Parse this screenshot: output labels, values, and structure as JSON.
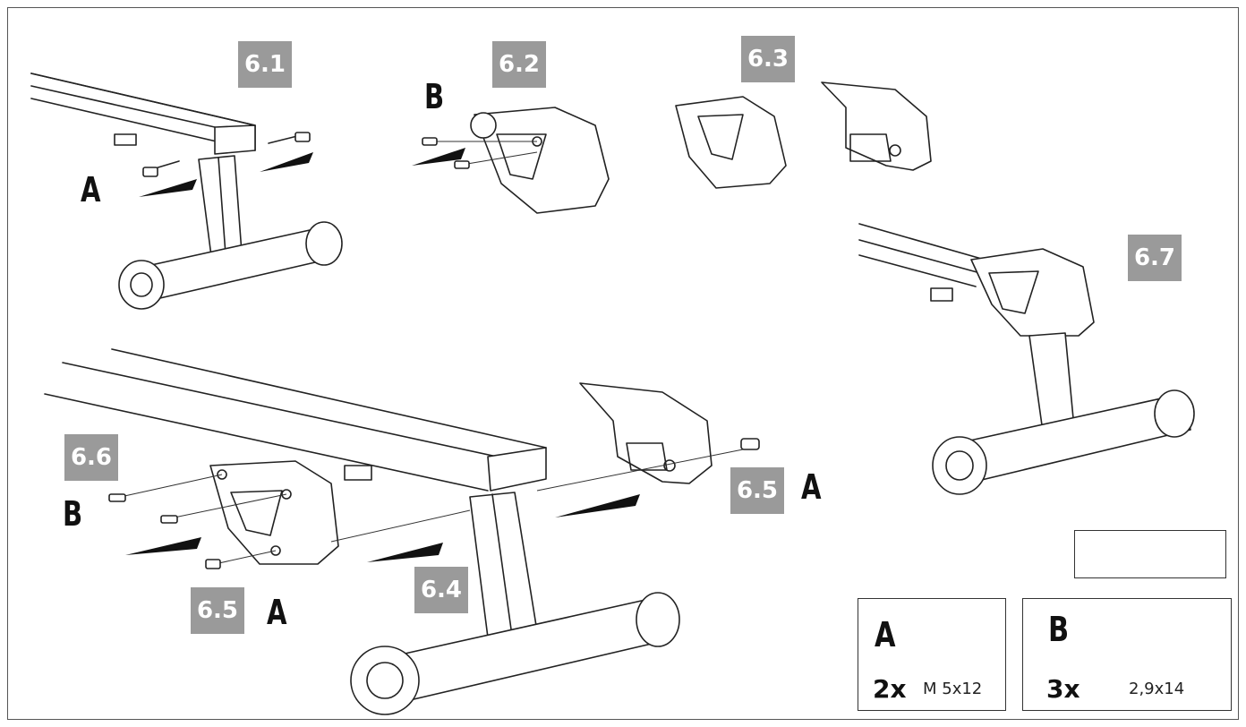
{
  "steps": {
    "s61": "6.1",
    "s62": "6.2",
    "s63": "6.3",
    "s64": "6.4",
    "s65a": "6.5",
    "s65b": "6.5",
    "s66": "6.6",
    "s67": "6.7"
  },
  "callouts": {
    "a1": "A",
    "b1": "B",
    "b2": "B",
    "a2": "A",
    "a3": "A"
  },
  "parts": [
    {
      "letter": "A",
      "quantity": "2x",
      "spec": "M 5x12",
      "icon": "bolt-icon"
    },
    {
      "letter": "B",
      "quantity": "3x",
      "spec": "2,9x14",
      "icon": "self-tapping-screw-icon"
    }
  ],
  "tool": {
    "icon": "phillips-screwdriver-icon",
    "handle_color": "#111111",
    "band_color": "#f2c300"
  },
  "colors": {
    "step_badge": "#9a9a9a",
    "line": "#222222",
    "arrow": "#111111"
  }
}
